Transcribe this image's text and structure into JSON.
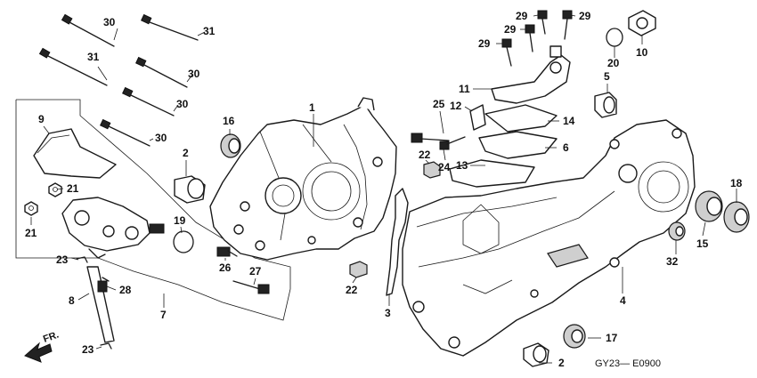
{
  "diagram_code": "GY23— E0900",
  "direction_label": "FR.",
  "callouts": {
    "c1": "1",
    "c2a": "2",
    "c2b": "2",
    "c3": "3",
    "c4": "4",
    "c5": "5",
    "c6": "6",
    "c7": "7",
    "c8": "8",
    "c9": "9",
    "c10": "10",
    "c11": "11",
    "c12": "12",
    "c13": "13",
    "c14": "14",
    "c15": "15",
    "c16": "16",
    "c17": "17",
    "c18": "18",
    "c19": "19",
    "c20": "20",
    "c21a": "21",
    "c21b": "21",
    "c22a": "22",
    "c22b": "22",
    "c23a": "23",
    "c23b": "23",
    "c24": "24",
    "c25": "25",
    "c26": "26",
    "c27": "27",
    "c28": "28",
    "c29a": "29",
    "c29b": "29",
    "c29c": "29",
    "c29d": "29",
    "c30a": "30",
    "c30b": "30",
    "c30c": "30",
    "c30d": "30",
    "c31a": "31",
    "c31b": "31",
    "c32": "32"
  }
}
